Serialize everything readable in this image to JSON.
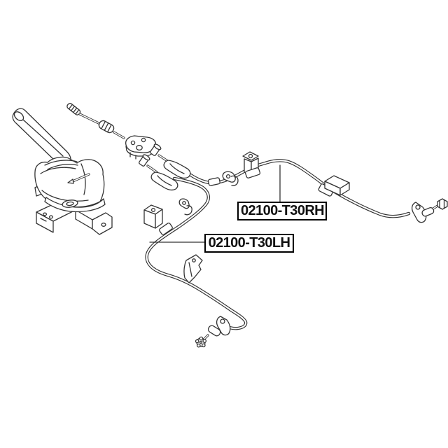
{
  "diagram": {
    "kind": "exploded-parts-diagram",
    "subject": "parking brake hand lever with left and right rear brake cables",
    "colors": {
      "background": "#ffffff",
      "line": "#333333",
      "callout_border": "#000000",
      "callout_text": "#111111"
    },
    "callouts": {
      "rh": {
        "part_number": "02100-T30RH"
      },
      "lh": {
        "part_number": "02100-T30LH"
      }
    }
  }
}
